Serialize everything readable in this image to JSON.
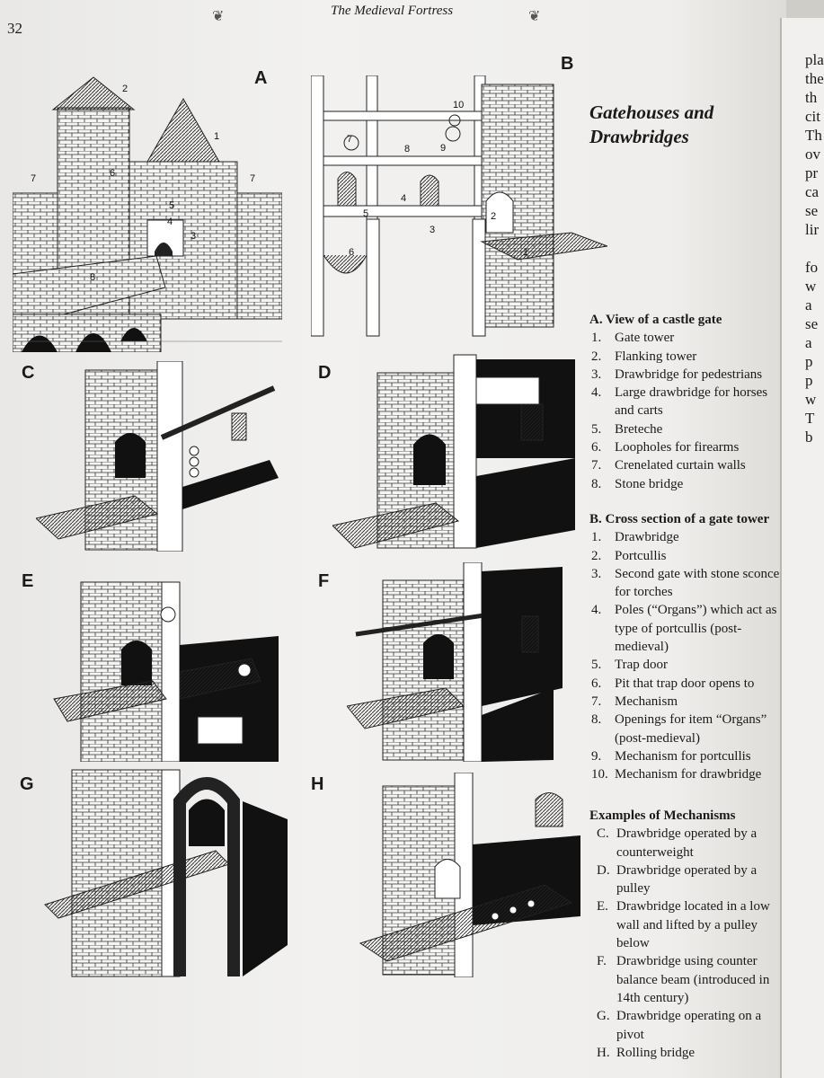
{
  "page": {
    "number": "32",
    "running_head": "The Medieval Fortress",
    "title_line1": "Gatehouses and",
    "title_line2": "Drawbridges"
  },
  "panels": {
    "A": "A",
    "B": "B",
    "C": "C",
    "D": "D",
    "E": "E",
    "F": "F",
    "G": "G",
    "H": "H"
  },
  "callouts_a": [
    "1",
    "2",
    "3",
    "4",
    "5",
    "6",
    "7",
    "7",
    "8"
  ],
  "callouts_b": [
    "1",
    "2",
    "3",
    "4",
    "5",
    "6",
    "7",
    "8",
    "9",
    "10"
  ],
  "legend_a": {
    "heading": "A. View of a castle gate",
    "items": [
      {
        "n": "1.",
        "text": "Gate tower"
      },
      {
        "n": "2.",
        "text": "Flanking tower"
      },
      {
        "n": "3.",
        "text": "Drawbridge for pedestrians"
      },
      {
        "n": "4.",
        "text": "Large drawbridge for horses and carts"
      },
      {
        "n": "5.",
        "text": "Breteche"
      },
      {
        "n": "6.",
        "text": "Loopholes for firearms"
      },
      {
        "n": "7.",
        "text": "Crenelated curtain walls"
      },
      {
        "n": "8.",
        "text": "Stone bridge"
      }
    ]
  },
  "legend_b": {
    "heading": "B. Cross section of a gate tower",
    "items": [
      {
        "n": "1.",
        "text": "Drawbridge"
      },
      {
        "n": "2.",
        "text": "Portcullis"
      },
      {
        "n": "3.",
        "text": "Second gate with stone sconces for torches"
      },
      {
        "n": "4.",
        "text": "Poles (“Organs”) which act as a type of portcullis (post-medieval)"
      },
      {
        "n": "5.",
        "text": "Trap door"
      },
      {
        "n": "6.",
        "text": "Pit that trap door opens to"
      },
      {
        "n": "7.",
        "text": "Mechanism"
      },
      {
        "n": "8.",
        "text": "Openings for item “Organs” (post-medieval)"
      },
      {
        "n": "9.",
        "text": "Mechanism for portcullis"
      },
      {
        "n": "10.",
        "text": "Mechanism for drawbridge"
      }
    ]
  },
  "legend_mech": {
    "heading": "Examples of Mechanisms",
    "items": [
      {
        "n": "C.",
        "text": "Drawbridge operated by a counterweight"
      },
      {
        "n": "D.",
        "text": "Drawbridge operated by a pulley"
      },
      {
        "n": "E.",
        "text": "Drawbridge located in a low wall and lifted by a pulley below"
      },
      {
        "n": "F.",
        "text": "Drawbridge using counter balance beam (introduced in 14th century)"
      },
      {
        "n": "G.",
        "text": "Drawbridge operating on a pivot"
      },
      {
        "n": "H.",
        "text": "Rolling bridge"
      }
    ]
  },
  "next_page_fragments": [
    "pla",
    "the",
    "th",
    "cit",
    "Th",
    "ov",
    "pr",
    "ca",
    "se",
    "lir",
    "",
    "fo",
    "w",
    "a",
    "se",
    "a",
    "p",
    "p",
    "w",
    "T",
    "b"
  ]
}
